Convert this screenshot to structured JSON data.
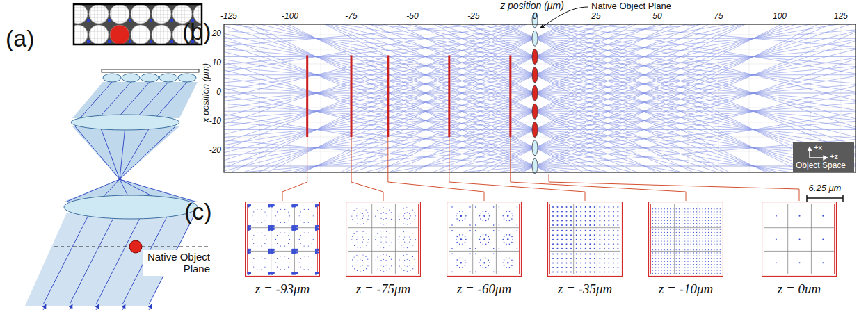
{
  "diagram": {
    "nodes": [
      {
        "text": [
          "+x",
          "+z",
          "Object Space"
        ]
      },
      {
        "text": [
          "z = -93μm"
        ]
      },
      {
        "text": [
          "z = -75μm"
        ]
      },
      {
        "text": [
          "z = -60μm"
        ]
      },
      {
        "text": [
          "z = -35μm"
        ]
      },
      {
        "text": [
          "z = -10μm"
        ]
      },
      {
        "text": [
          "z = 0um"
        ]
      }
    ],
    "labels": [
      "(a)",
      "Native Object Plane",
      "(b)",
      "z position (μm)",
      "Native Object Plane",
      "-125",
      "-100",
      "-75",
      "-50",
      "-25",
      "0",
      "25",
      "50",
      "75",
      "100",
      "125",
      "x position (μm)",
      "20",
      "10",
      "0",
      "-10",
      "-20",
      "(c)",
      "6.25 μm"
    ]
  }
}
